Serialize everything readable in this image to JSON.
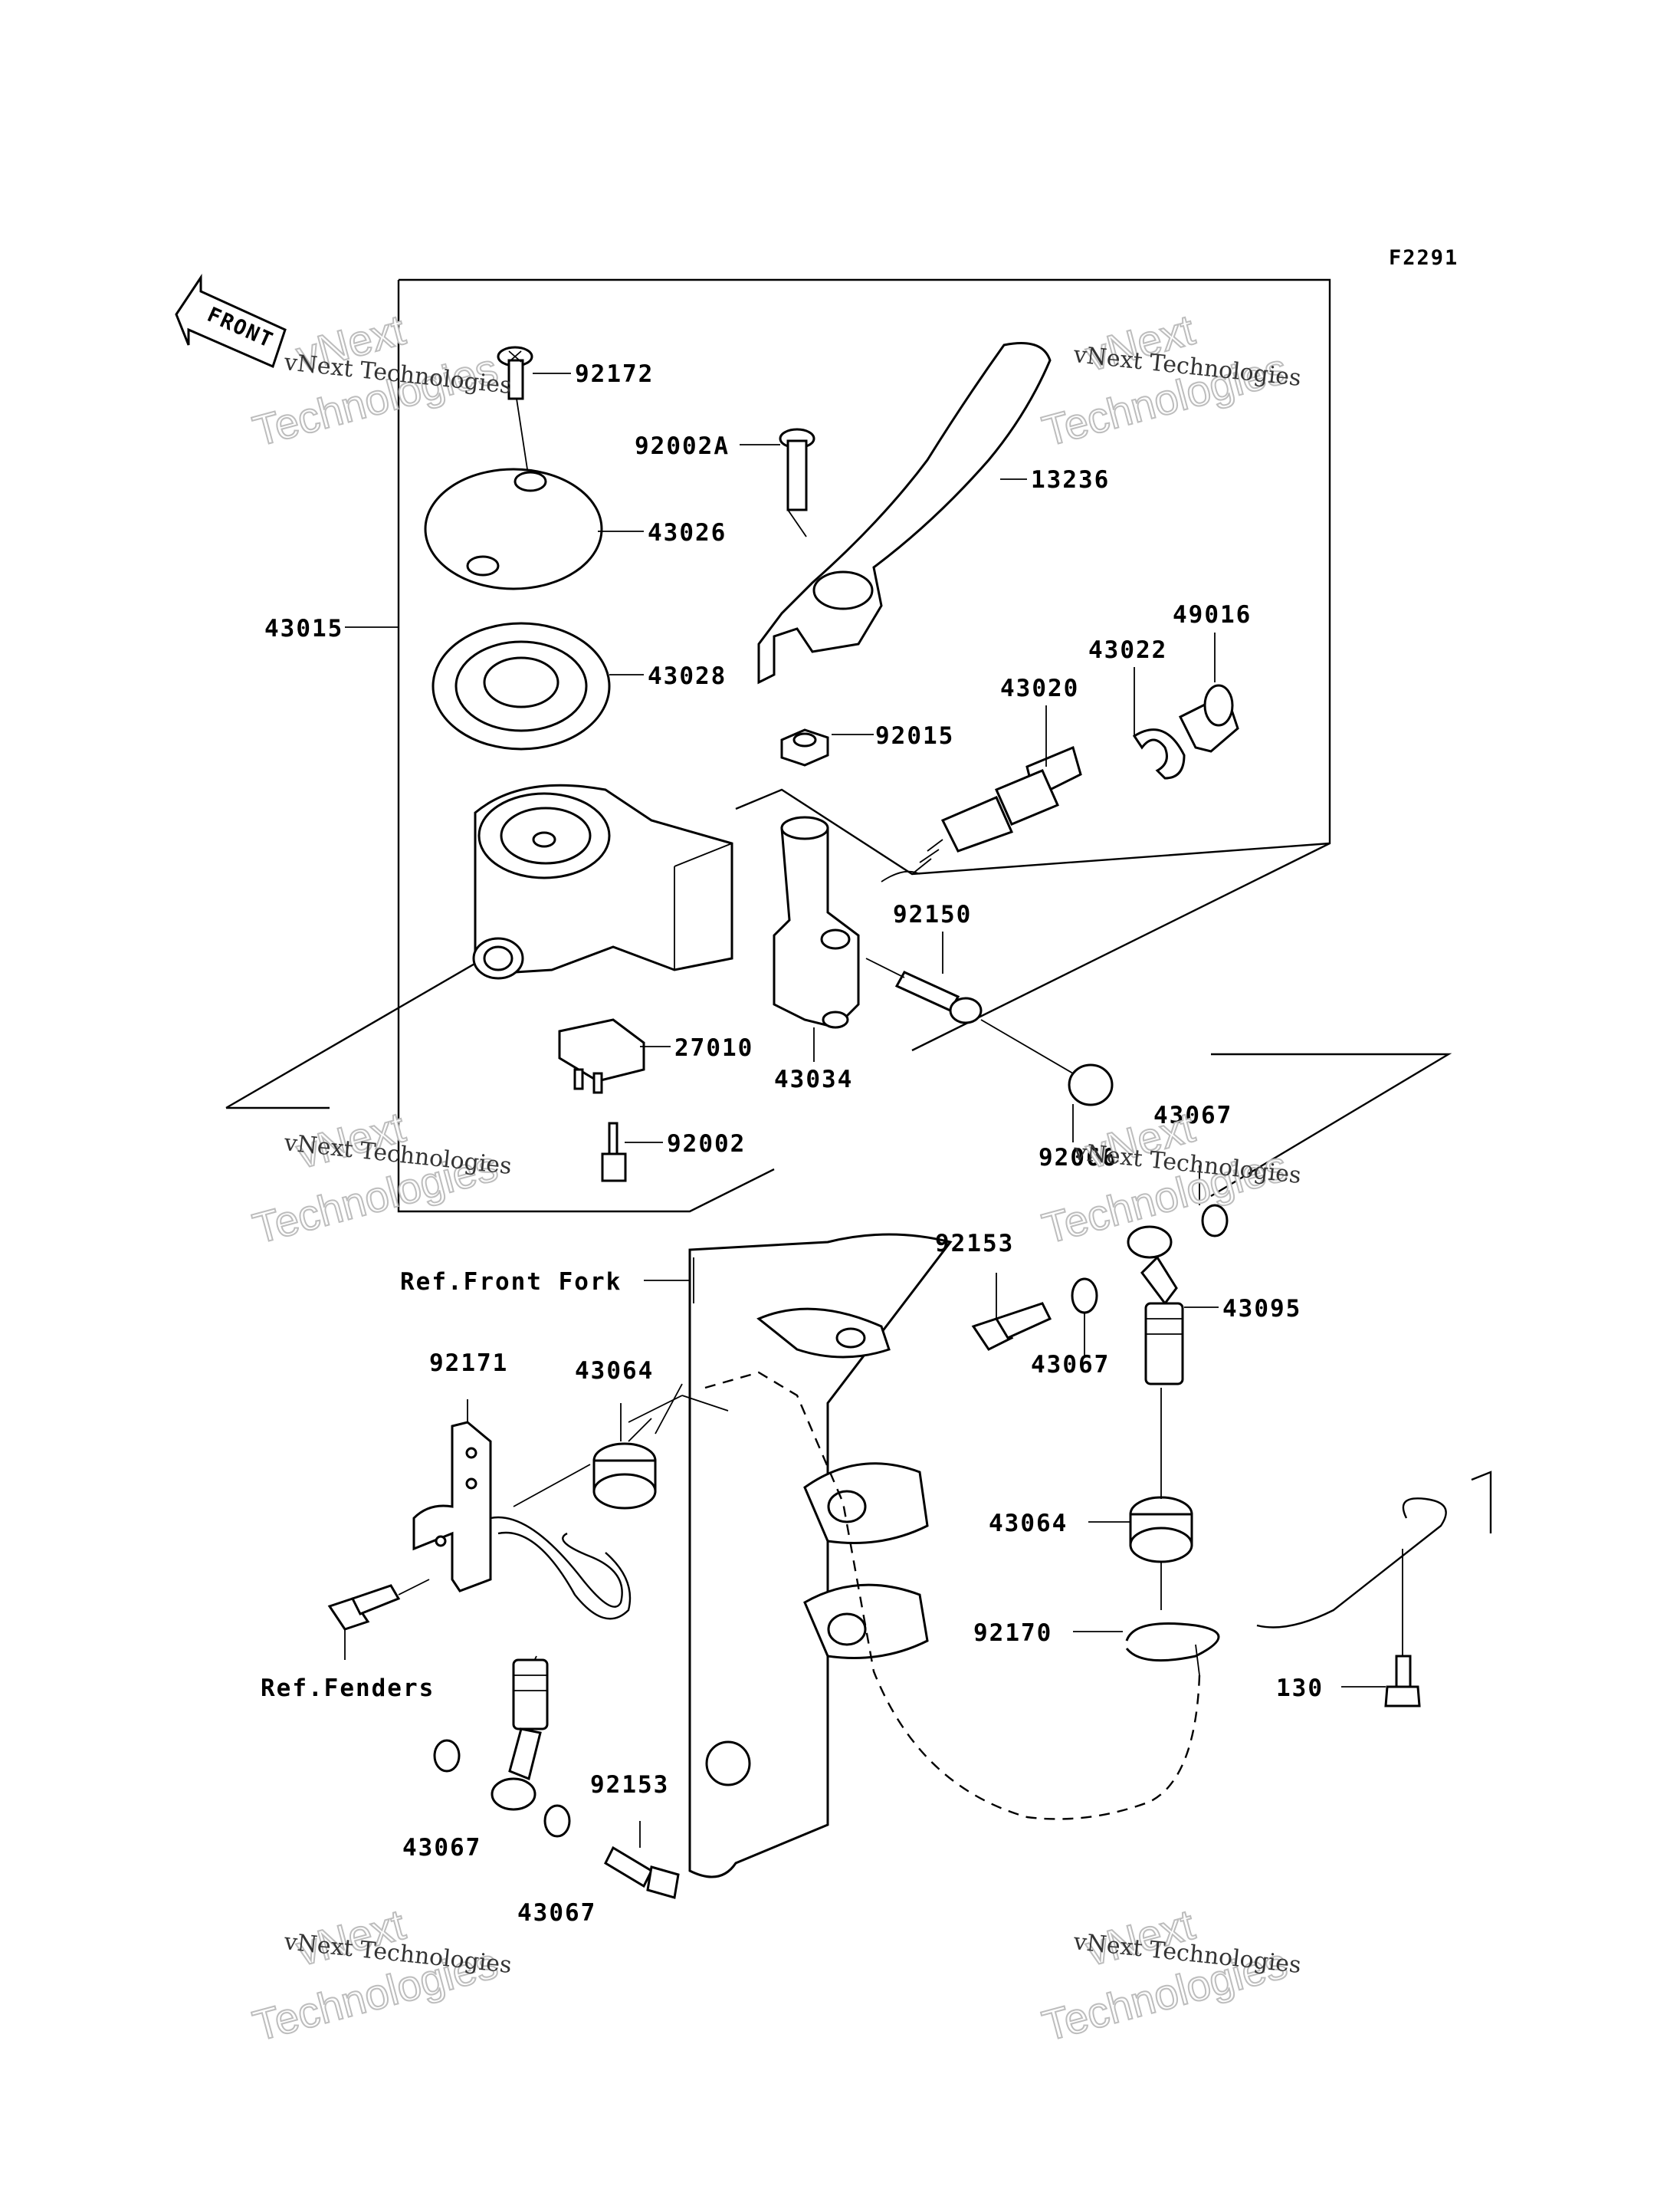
{
  "diagram": {
    "code": "F2291",
    "front_arrow_label": "FRONT",
    "refs": {
      "front_fork": "Ref.Front Fork",
      "fenders": "Ref.Fenders"
    },
    "parts": [
      {
        "id": "p92172",
        "label": "92172"
      },
      {
        "id": "p92002A",
        "label": "92002A"
      },
      {
        "id": "p13236",
        "label": "13236"
      },
      {
        "id": "p43026",
        "label": "43026"
      },
      {
        "id": "p43015",
        "label": "43015"
      },
      {
        "id": "p43028",
        "label": "43028"
      },
      {
        "id": "p49016",
        "label": "49016"
      },
      {
        "id": "p43022",
        "label": "43022"
      },
      {
        "id": "p43020",
        "label": "43020"
      },
      {
        "id": "p92015",
        "label": "92015"
      },
      {
        "id": "p92150",
        "label": "92150"
      },
      {
        "id": "p27010",
        "label": "27010"
      },
      {
        "id": "p43034",
        "label": "43034"
      },
      {
        "id": "p92002",
        "label": "92002"
      },
      {
        "id": "p92066",
        "label": "92066"
      },
      {
        "id": "p43067a",
        "label": "43067"
      },
      {
        "id": "p92153a",
        "label": "92153"
      },
      {
        "id": "p43067b",
        "label": "43067"
      },
      {
        "id": "p43095",
        "label": "43095"
      },
      {
        "id": "p92171",
        "label": "92171"
      },
      {
        "id": "p43064a",
        "label": "43064"
      },
      {
        "id": "p43064b",
        "label": "43064"
      },
      {
        "id": "p92170",
        "label": "92170"
      },
      {
        "id": "p130",
        "label": "130"
      },
      {
        "id": "p43067c",
        "label": "43067"
      },
      {
        "id": "p92153b",
        "label": "92153"
      },
      {
        "id": "p43067d",
        "label": "43067"
      }
    ],
    "watermark": {
      "line1": "vNext",
      "line2": "Technologies",
      "small": "vNext Technologies"
    }
  }
}
